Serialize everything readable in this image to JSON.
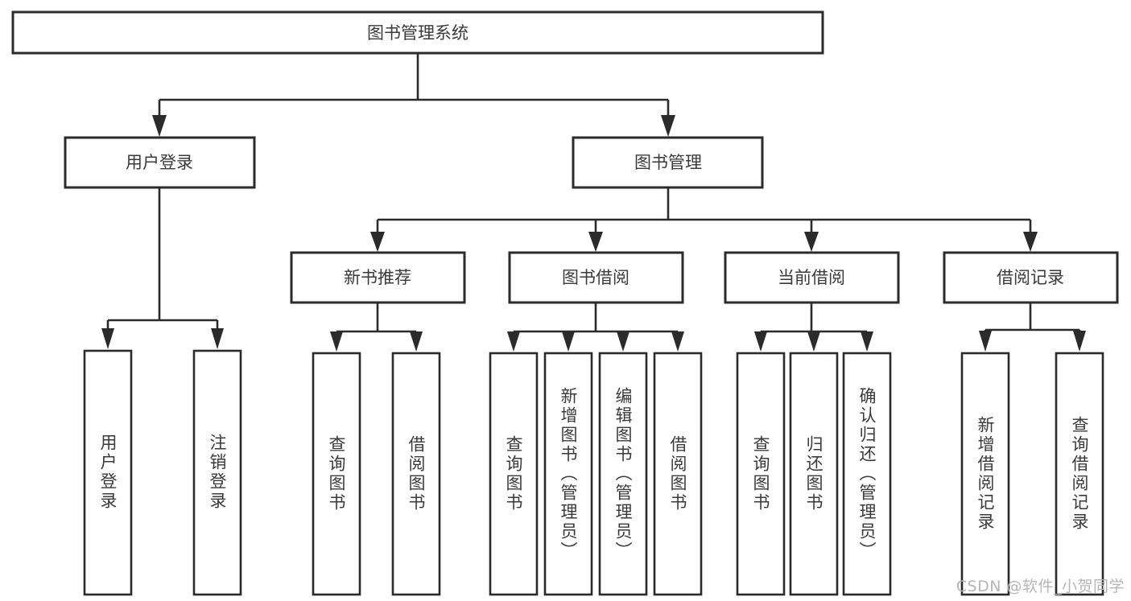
{
  "diagram": {
    "kind": "tree-hierarchy-chart",
    "root": {
      "id": "root",
      "label": "图书管理系统",
      "orientation": "horizontal"
    },
    "level2": [
      {
        "id": "user-login",
        "label": "用户登录",
        "orientation": "horizontal"
      },
      {
        "id": "book-manage",
        "label": "图书管理",
        "orientation": "horizontal"
      }
    ],
    "level3": [
      {
        "id": "new-book-rec",
        "label": "新书推荐",
        "orientation": "horizontal"
      },
      {
        "id": "book-borrow",
        "label": "图书借阅",
        "orientation": "horizontal"
      },
      {
        "id": "current-borrow",
        "label": "当前借阅",
        "orientation": "horizontal"
      },
      {
        "id": "borrow-record",
        "label": "借阅记录",
        "orientation": "horizontal"
      }
    ],
    "leaves": {
      "user-login": [
        {
          "id": "leaf-user-login",
          "label": "用户登录",
          "orientation": "vertical"
        },
        {
          "id": "leaf-logout-login",
          "label": "注销登录",
          "orientation": "vertical"
        }
      ],
      "new-book-rec": [
        {
          "id": "leaf-query-book-1",
          "label": "查询图书",
          "orientation": "vertical"
        },
        {
          "id": "leaf-borrow-book-1",
          "label": "借阅图书",
          "orientation": "vertical"
        }
      ],
      "book-borrow": [
        {
          "id": "leaf-query-book-2",
          "label": "查询图书",
          "orientation": "vertical"
        },
        {
          "id": "leaf-add-book",
          "label": "新增图书（管理员）",
          "orientation": "vertical"
        },
        {
          "id": "leaf-edit-book",
          "label": "编辑图书（管理员）",
          "orientation": "vertical"
        },
        {
          "id": "leaf-borrow-book-2",
          "label": "借阅图书",
          "orientation": "vertical"
        }
      ],
      "current-borrow": [
        {
          "id": "leaf-query-book-3",
          "label": "查询图书",
          "orientation": "vertical"
        },
        {
          "id": "leaf-return-book",
          "label": "归还图书",
          "orientation": "vertical"
        },
        {
          "id": "leaf-confirm-return",
          "label": "确认归还（管理员）",
          "orientation": "vertical"
        }
      ],
      "borrow-record": [
        {
          "id": "leaf-add-record",
          "label": "新增借阅记录",
          "orientation": "vertical"
        },
        {
          "id": "leaf-query-record",
          "label": "查询借阅记录",
          "orientation": "vertical"
        }
      ]
    },
    "colors": {
      "box_stroke": "#2b2b2b",
      "box_fill": "#ffffff",
      "text": "#3a3a3a",
      "connector": "#2b2b2b",
      "background": "#ffffff",
      "watermark": "#b6b6b6"
    }
  },
  "watermark": {
    "text": "CSDN @软件_小贺同学"
  }
}
